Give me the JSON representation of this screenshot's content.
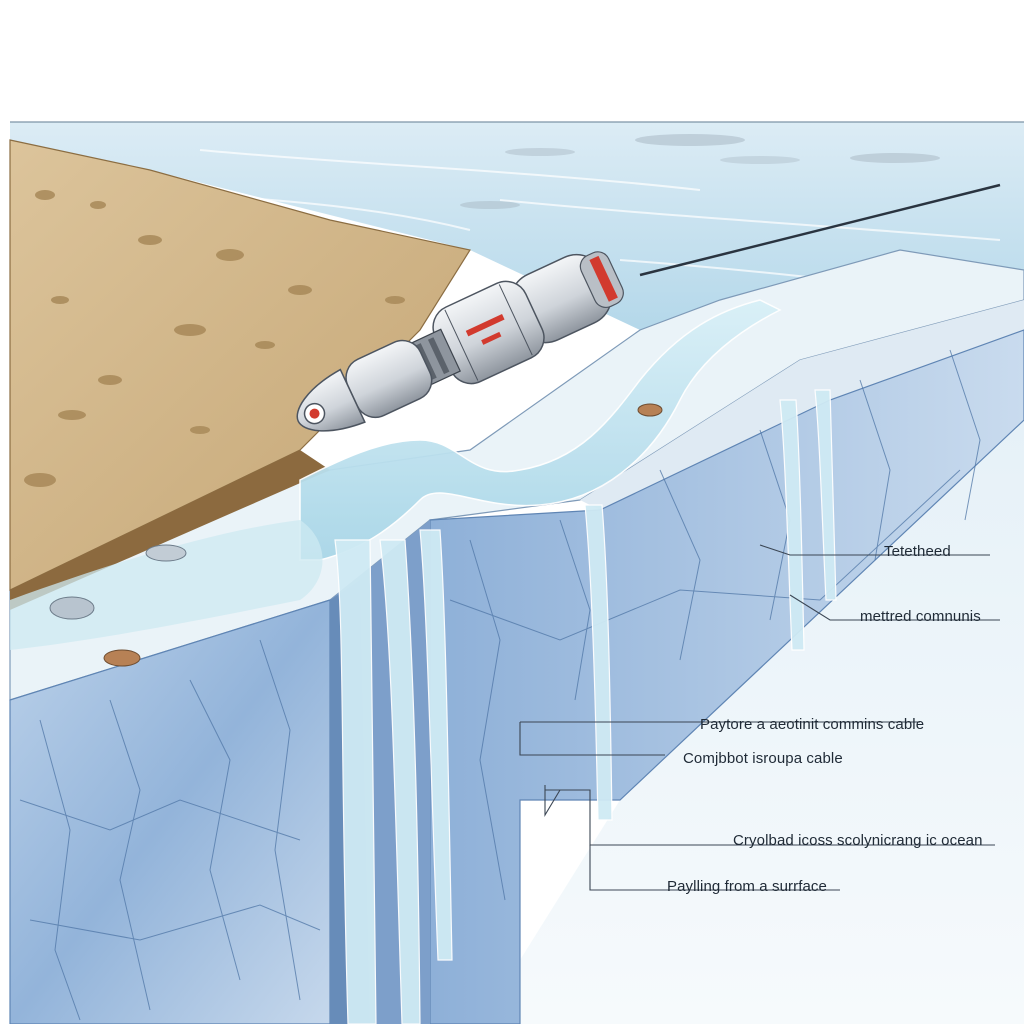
{
  "colors": {
    "sky": "#f4f8fb",
    "ocean": "#c9e3f0",
    "ocean_deep": "#8fc3de",
    "sand": "#cfb48b",
    "sand_dark": "#a88959",
    "ice_top": "#eaf3f8",
    "ice_face": "#a9c4e2",
    "ice_face_dark": "#6f95c3",
    "meltwater": "#bfe2ee",
    "probe_body": "#d9dde2",
    "probe_accent": "#d23a2e",
    "leader_line": "#3b4654"
  },
  "probe_icon": "cryobot-probe-icon",
  "callouts": [
    {
      "id": "tethered",
      "text": "Tetetheed"
    },
    {
      "id": "metered",
      "text": "mettred comnunis"
    },
    {
      "id": "payload",
      "text": "Paytore a aeotinit commins cable"
    },
    {
      "id": "cryobot",
      "text": "Comjbbot isroupa cable"
    },
    {
      "id": "ocean",
      "text": "Cryolbad icoss scolynicrang ic ocean"
    },
    {
      "id": "surface",
      "text": "Paylling from a surrface"
    }
  ]
}
